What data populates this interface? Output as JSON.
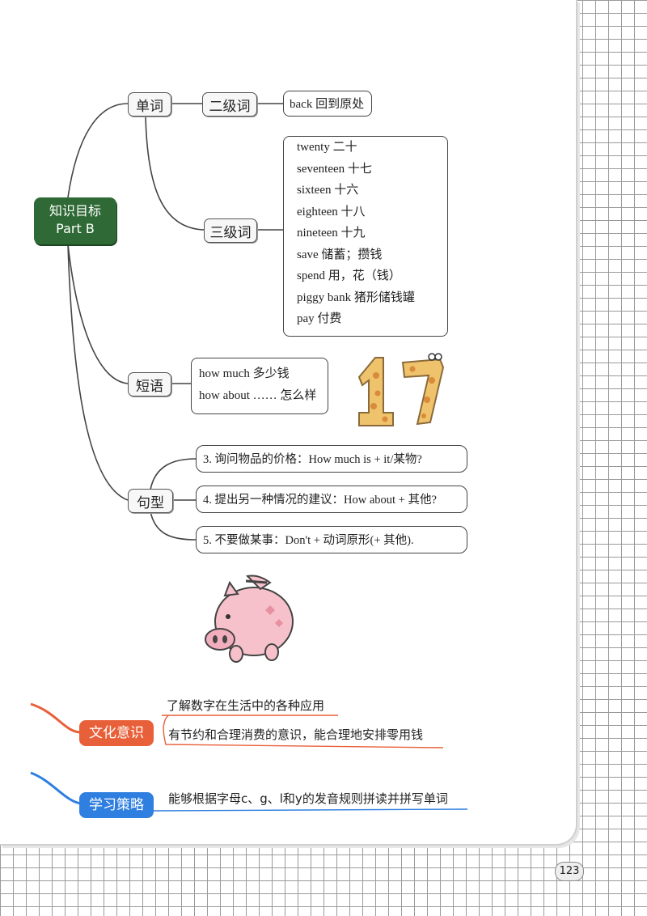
{
  "root": {
    "line1": "知识目标",
    "line2": "Part B"
  },
  "branches": {
    "words": "单词",
    "level2": "二级词",
    "level3": "三级词",
    "phrases": "短语",
    "sentences": "句型"
  },
  "level2_words": [
    "back 回到原处"
  ],
  "level3_words": [
    "twenty 二十",
    "seventeen 十七",
    "sixteen 十六",
    "eighteen 十八",
    "nineteen 十九",
    "save 储蓄；攒钱",
    "spend 用，花（钱）",
    "piggy bank 猪形储钱罐",
    "pay 付费"
  ],
  "phrases": [
    "how much 多少钱",
    "how about …… 怎么样"
  ],
  "sentences": [
    "3. 询问物品的价格：How much is + it/某物?",
    "4. 提出另一种情况的建议：How about + 其他?",
    "5. 不要做某事：Don't + 动词原形(+ 其他)."
  ],
  "culture": {
    "label": "文化意识",
    "items": [
      "了解数字在生活中的各种应用",
      "有节约和合理消费的意识，能合理地安排零用钱"
    ]
  },
  "strategy": {
    "label": "学习策略",
    "item": "能够根据字母c、g、l和y的发音规则拼读并拼写单词"
  },
  "page_number": "123",
  "colors": {
    "root_green": "#2f6a36",
    "culture_orange": "#e8603a",
    "strategy_blue": "#2f7fe0"
  }
}
